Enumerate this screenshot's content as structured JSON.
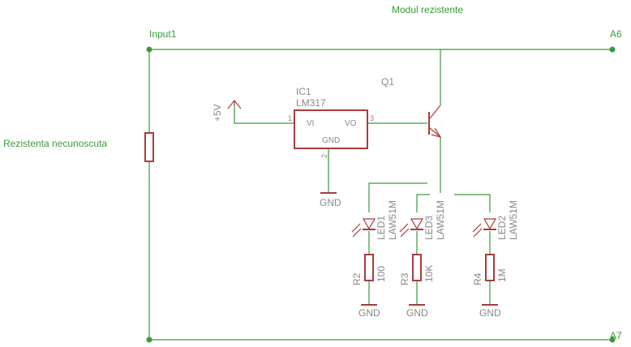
{
  "module_title": "Modul rezistente",
  "nets": {
    "input": "Input1",
    "a6": "A6",
    "a7": "A7",
    "unknown_resistor": "Rezistenta necunoscuta"
  },
  "supply": {
    "label": "+5V"
  },
  "ic1": {
    "name": "IC1",
    "value": "LM317",
    "pin_vi": "VI",
    "pin_vo": "VO",
    "pin_gnd": "GND",
    "pin1": "1",
    "pin2": "2",
    "pin3": "3"
  },
  "q1": {
    "name": "Q1"
  },
  "leds": [
    {
      "name": "LED1",
      "value": "LAW51M"
    },
    {
      "name": "LED3",
      "value": "LAW51M"
    },
    {
      "name": "LED2",
      "value": "LAW51M"
    }
  ],
  "resistors": [
    {
      "name": "R2",
      "value": "100"
    },
    {
      "name": "R3",
      "value": "10K"
    },
    {
      "name": "R4",
      "value": "1M"
    }
  ],
  "ground_label": "GND",
  "colors": {
    "wire": "#3a9a3a",
    "component": "#a83c3c",
    "label": "#888888"
  }
}
